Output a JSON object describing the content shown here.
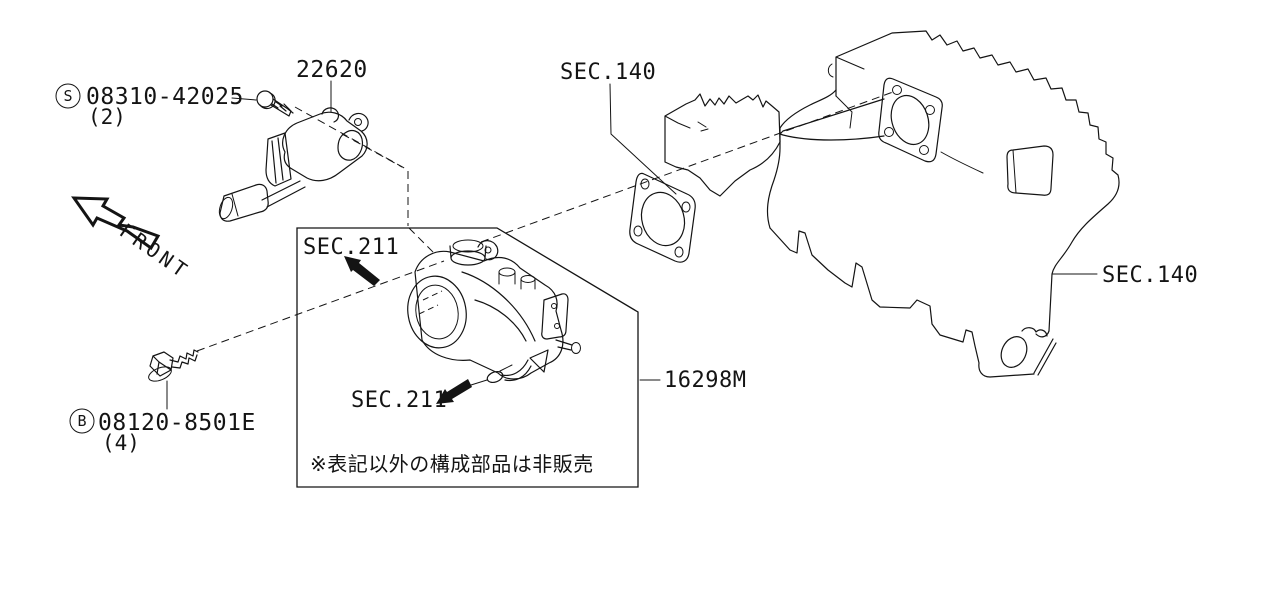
{
  "diagram": {
    "type": "parts-catalog-line-drawing",
    "colors": {
      "background": "#ffffff",
      "line": "#141414",
      "arrow_fill": "#141414"
    },
    "labels": {
      "part_22620": "22620",
      "screw_ref": {
        "symbol": "S",
        "code": "08310-42025",
        "qty": "(2)"
      },
      "bolt_ref": {
        "symbol": "B",
        "code": "08120-8501E",
        "qty": "(4)"
      },
      "front": "FRONT",
      "sec140_top": "SEC.140",
      "sec140_right": "SEC.140",
      "sec211_upper": "SEC.211",
      "sec211_lower": "SEC.211",
      "part_16298m": "16298M",
      "note": "※表記以外の構成部品は非販売"
    },
    "icons": [
      "front-arrow-icon",
      "screw-icon",
      "bolt-icon",
      "sec211-arrow-upper",
      "sec211-arrow-lower"
    ],
    "drawings": [
      "sensor-22620-drawing",
      "throttle-body-drawing",
      "gasket-drawing",
      "intake-manifold-drawing",
      "parts-restriction-box"
    ]
  }
}
